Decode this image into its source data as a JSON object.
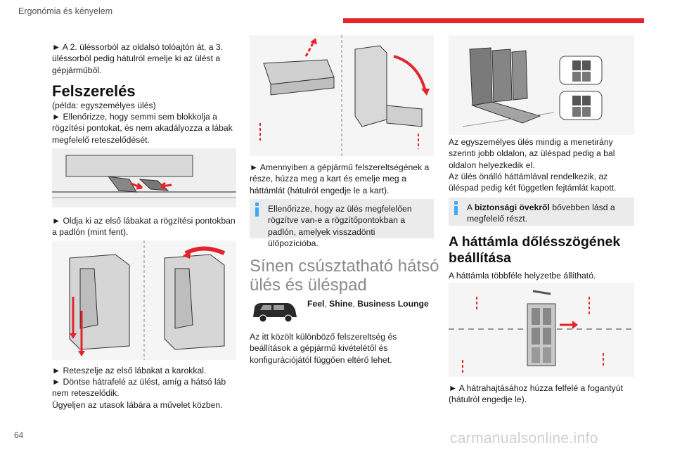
{
  "header": {
    "title": "Ergonómia és kényelem"
  },
  "col1": {
    "intro": "► A 2. üléssorból az oldalsó tolóajtón át, a 3. üléssorból pedig hátulról emelje ki az ülést a gépjárműből.",
    "heading": "Felszerelés",
    "example": "(példa: egyszemélyes ülés)",
    "step1": "► Ellenőrizze, hogy semmi sem blokkolja a rögzítési pontokat, és nem akadályozza a lábak megfelelő reteszelődését.",
    "step2": "► Oldja ki az első lábakat a rögzítési pontokban a padlón (mint fent).",
    "step3a": "► Reteszelje az első lábakat a karokkal.",
    "step3b": "► Döntse hátrafelé az ülést, amíg a hátsó láb nem reteszelődik.",
    "step3c": "Ügyeljen az utasok lábára a művelet közben."
  },
  "col2": {
    "step1": "► Amennyiben a gépjármű felszereltségének a része, húzza meg a kart és emelje meg a háttámlát (hátulról engedje le a kart).",
    "info": "Ellenőrizze, hogy az ülés megfelelően rögzítve van-e a rögzítőpontokban a padlón, amelyek visszadönti ülőpozícióba.",
    "heading": "Sínen csúsztatható hátsó ülés és üléspad",
    "trim_feel": "Feel",
    "trim_sep1": ", ",
    "trim_shine": "Shine",
    "trim_sep2": ", ",
    "trim_business": "Business Lounge",
    "note": "Az itt közölt különböző felszereltség és beállítások a gépjármű kivételétől és konfigurációjától függően eltérő lehet."
  },
  "col3": {
    "para1": "Az egyszemélyes ülés mindig a menetirány szerinti jobb oldalon, az üléspad pedig a bal oldalon helyezkedik el.",
    "para2": "Az ülés önálló háttámlával rendelkezik, az üléspad pedig két független fejtámlát kapott.",
    "info_pre": "A ",
    "info_bold": "biztonsági övekről",
    "info_post": " bővebben lásd a megfelelő részt.",
    "heading": "A háttámla dőlésszögének beállítása",
    "sub": "A háttámla többféle helyzetbe állítható.",
    "step1": "► A hátrahajtásához húzza felfelé a fogantyút (hátulról engedje le)."
  },
  "footer": {
    "page": "64",
    "watermark": "carmanualsonline.info"
  }
}
